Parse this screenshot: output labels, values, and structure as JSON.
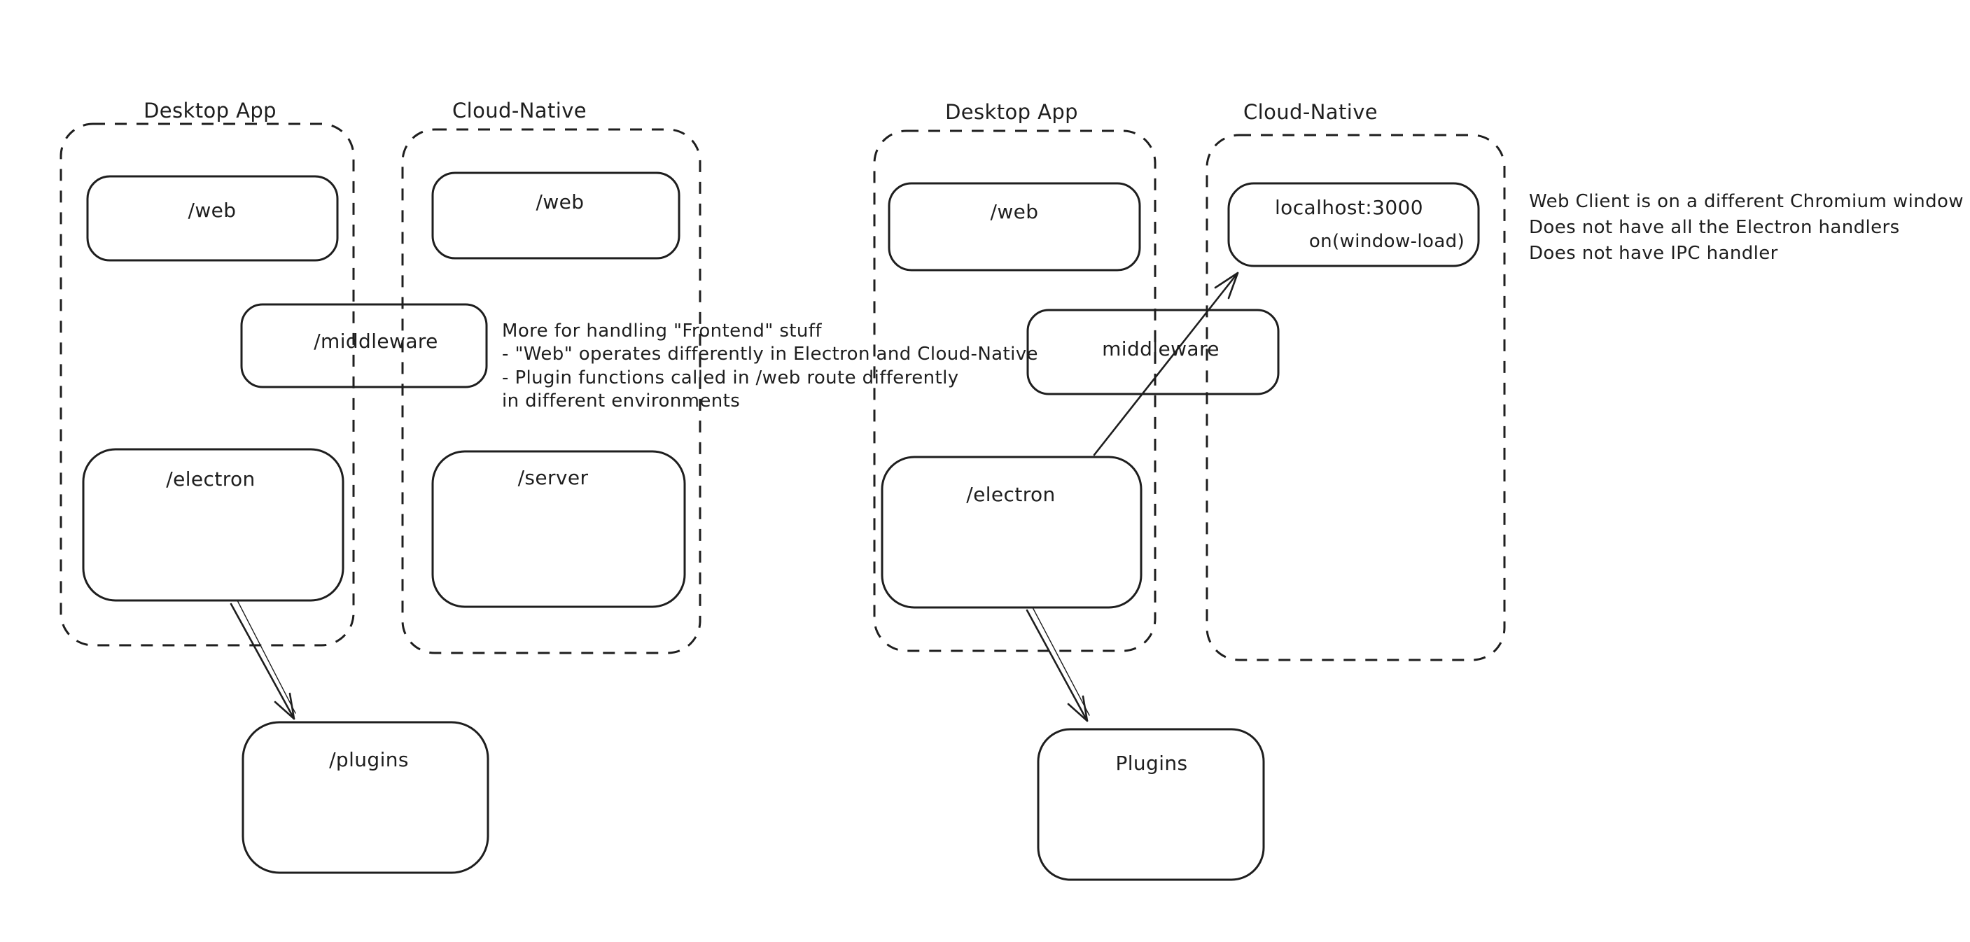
{
  "colors": {
    "ink": "#1e1e1e",
    "red": "#cc4236",
    "green": "#4f9d5d",
    "background": "#ffffff"
  },
  "left": {
    "desktop_label": "Desktop App",
    "cloud_label": "Cloud-Native",
    "web_desktop": "/web",
    "web_cloud": "/web",
    "middleware": "/middleware",
    "electron": "/electron",
    "server": "/server",
    "plugins": "/plugins",
    "green_note": [
      "More for handling \"Frontend\" stuff",
      "- \"Web\" operates differently in Electron and Cloud-Native",
      "- Plugin functions called in /web route differently",
      "in different environments"
    ]
  },
  "right": {
    "desktop_label": "Desktop App",
    "cloud_label": "Cloud-Native",
    "web_desktop": "/web",
    "middleware": "middleware",
    "electron": "/electron",
    "localhost": "localhost:3000",
    "window_load": "on(window-load)",
    "plugins": "Plugins",
    "red_note": [
      "Web Client is on a different Chromium window",
      "Does not have all the Electron handlers",
      "Does not have IPC handler"
    ]
  }
}
